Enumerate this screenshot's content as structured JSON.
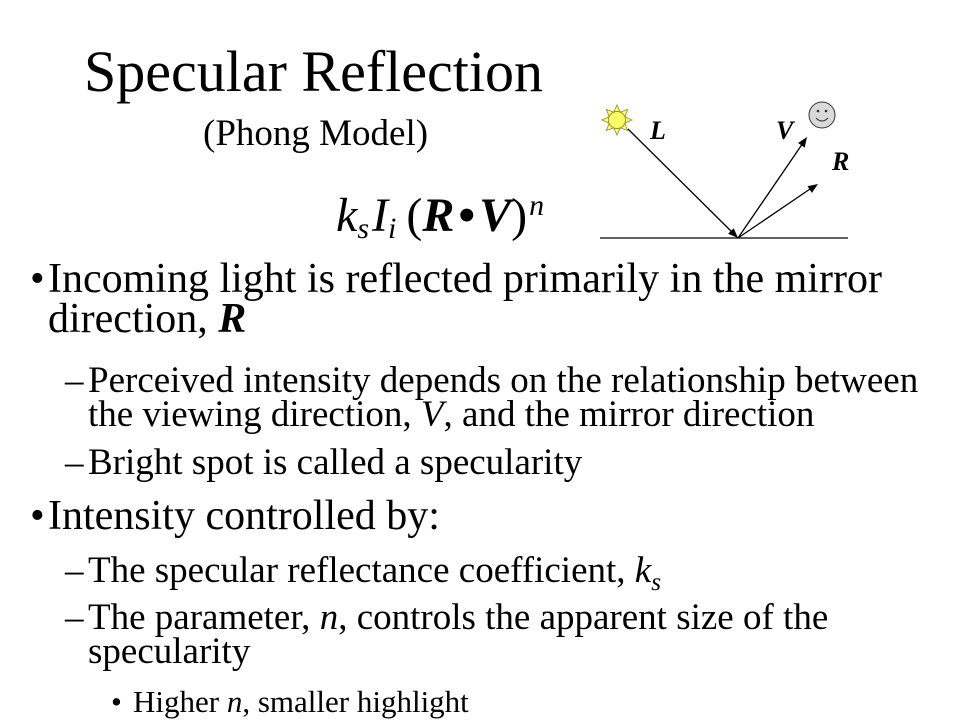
{
  "slide": {
    "title": "Specular Reflection",
    "subtitle": "(Phong Model)",
    "formula": {
      "k": "k",
      "k_sub": "s",
      "I": "I",
      "I_sub": "i",
      "open_paren": "(",
      "R": "R",
      "dot": "•",
      "V": "V",
      "close_paren": ")",
      "exponent": "n"
    },
    "diagram": {
      "label_L": "L",
      "label_V": "V",
      "label_R": "R",
      "light_icon": "sun-icon",
      "viewer_icon": "smiley-face-icon"
    },
    "bullets": [
      {
        "marker": "•",
        "segments": [
          "Incoming light is reflected primarily in the mirror direction, ",
          "R"
        ]
      },
      {
        "marker": "–",
        "segments": [
          "Perceived intensity depends on the relationship between the viewing direction, ",
          "V",
          ", and the mirror direction"
        ]
      },
      {
        "marker": "–",
        "segments": [
          "Bright spot is called a specularity"
        ]
      },
      {
        "marker": "•",
        "segments": [
          "Intensity controlled by:"
        ]
      },
      {
        "marker": "–",
        "segments": [
          "The specular reflectance coefficient, ",
          "k",
          "s"
        ]
      },
      {
        "marker": "–",
        "segments": [
          "The parameter, ",
          "n",
          ", controls the apparent size of the specularity"
        ]
      },
      {
        "marker": "•",
        "segments": [
          "Higher ",
          "n",
          ", smaller highlight"
        ]
      }
    ]
  },
  "colors": {
    "background": "#FFFFFF",
    "text": "#000000",
    "sun_fill": "#FFFF66",
    "face_fill": "#D9D9D9"
  }
}
